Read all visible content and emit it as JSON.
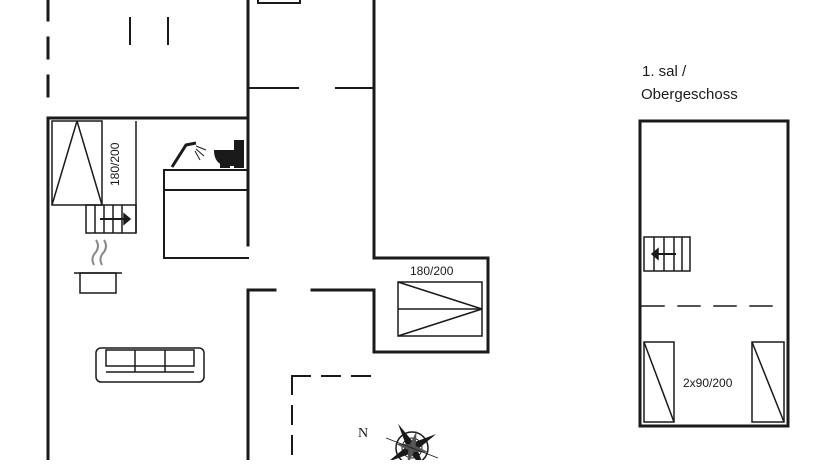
{
  "floor_labels": {
    "upper_floor_line1": "1. sal /",
    "upper_floor_line2": "Obergeschoss"
  },
  "bed_labels": {
    "bed_vertical": "180/200",
    "bed_right": "180/200",
    "beds_upper": "2x90/200"
  },
  "compass": {
    "north": "N"
  },
  "colors": {
    "wall": "#1a1a1a",
    "line": "#333333",
    "background": "#ffffff"
  },
  "icons": [
    "shower-icon",
    "toilet-icon",
    "stove-pot-icon",
    "sofa-icon",
    "stairs-icon",
    "compass-rose-icon"
  ]
}
